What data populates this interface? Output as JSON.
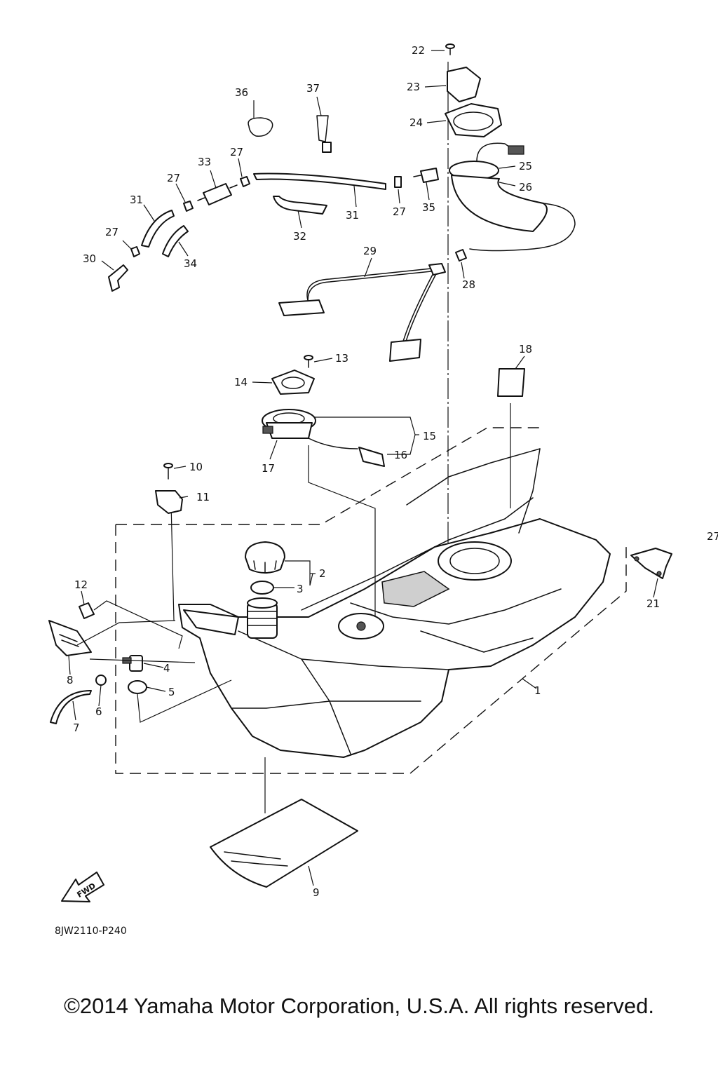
{
  "diagram_code": "8JW2110-P240",
  "copyright": "©2014 Yamaha Motor Corporation, U.S.A. All rights reserved.",
  "fwd_label": "FWD",
  "callouts": {
    "c1": "1",
    "c2": "2",
    "c3": "3",
    "c4": "4",
    "c5": "5",
    "c6": "6",
    "c7": "7",
    "c8": "8",
    "c9": "9",
    "c10": "10",
    "c11": "11",
    "c12": "12",
    "c13": "13",
    "c14": "14",
    "c15": "15",
    "c16": "16",
    "c17": "17",
    "c18": "18",
    "c21": "21",
    "c22": "22",
    "c23": "23",
    "c24": "24",
    "c25": "25",
    "c26": "26",
    "c27a": "27",
    "c27b": "27",
    "c27c": "27",
    "c27d": "27",
    "c27e": "27",
    "c28": "28",
    "c29": "29",
    "c30": "30",
    "c31a": "31",
    "c31b": "31",
    "c32": "32",
    "c33": "33",
    "c34": "34",
    "c35": "35",
    "c36": "36",
    "c37": "37"
  }
}
